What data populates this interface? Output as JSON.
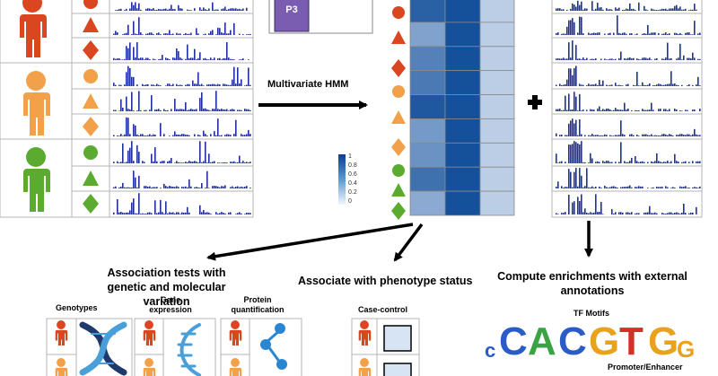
{
  "labels": {
    "p3": "P3",
    "hmm": "Multivariate HMM",
    "assoc_genetic": "Association tests with genetic and molecular variation",
    "assoc_pheno": "Associate with phenotype status",
    "enrich": "Compute enrichments with external annotations",
    "genotypes": "Genotypes",
    "gene_expr": "Gene expression",
    "protein": "Protein quantification",
    "case_control": "Case-control",
    "tf_motifs": "TF Motifs",
    "promoter": "Promoter/Enhancer",
    "plus": "+"
  },
  "colorbar": {
    "ticks": [
      "1",
      "0.8",
      "0.6",
      "0.4",
      "0.2",
      "0"
    ]
  },
  "heatmap": {
    "col1": [
      0.85,
      0.45,
      0.65,
      0.7,
      0.9,
      0.5,
      0.55,
      0.75,
      0.4
    ],
    "col2": [
      0.95,
      0.95,
      0.95,
      0.95,
      0.95,
      0.95,
      0.95,
      0.95,
      0.95
    ],
    "col3": [
      0.18,
      0.18,
      0.18,
      0.18,
      0.18,
      0.18,
      0.18,
      0.18,
      0.18
    ]
  },
  "logo_letters": [
    "c",
    "C",
    "A",
    "C",
    "G",
    "T",
    "G",
    "G"
  ],
  "colors": {
    "red": "#d9461f",
    "orange": "#f2a04a",
    "green": "#5aab2f",
    "purple": "#7a5cb0",
    "track": "#1e2f9e",
    "dna_dark": "#1f3b6e",
    "dna_light": "#4a9fd8"
  },
  "icons": [
    "person-icon",
    "circle-icon",
    "triangle-icon",
    "diamond-icon",
    "dna-icon",
    "protein-icon",
    "arrow-icon",
    "square-icon"
  ]
}
